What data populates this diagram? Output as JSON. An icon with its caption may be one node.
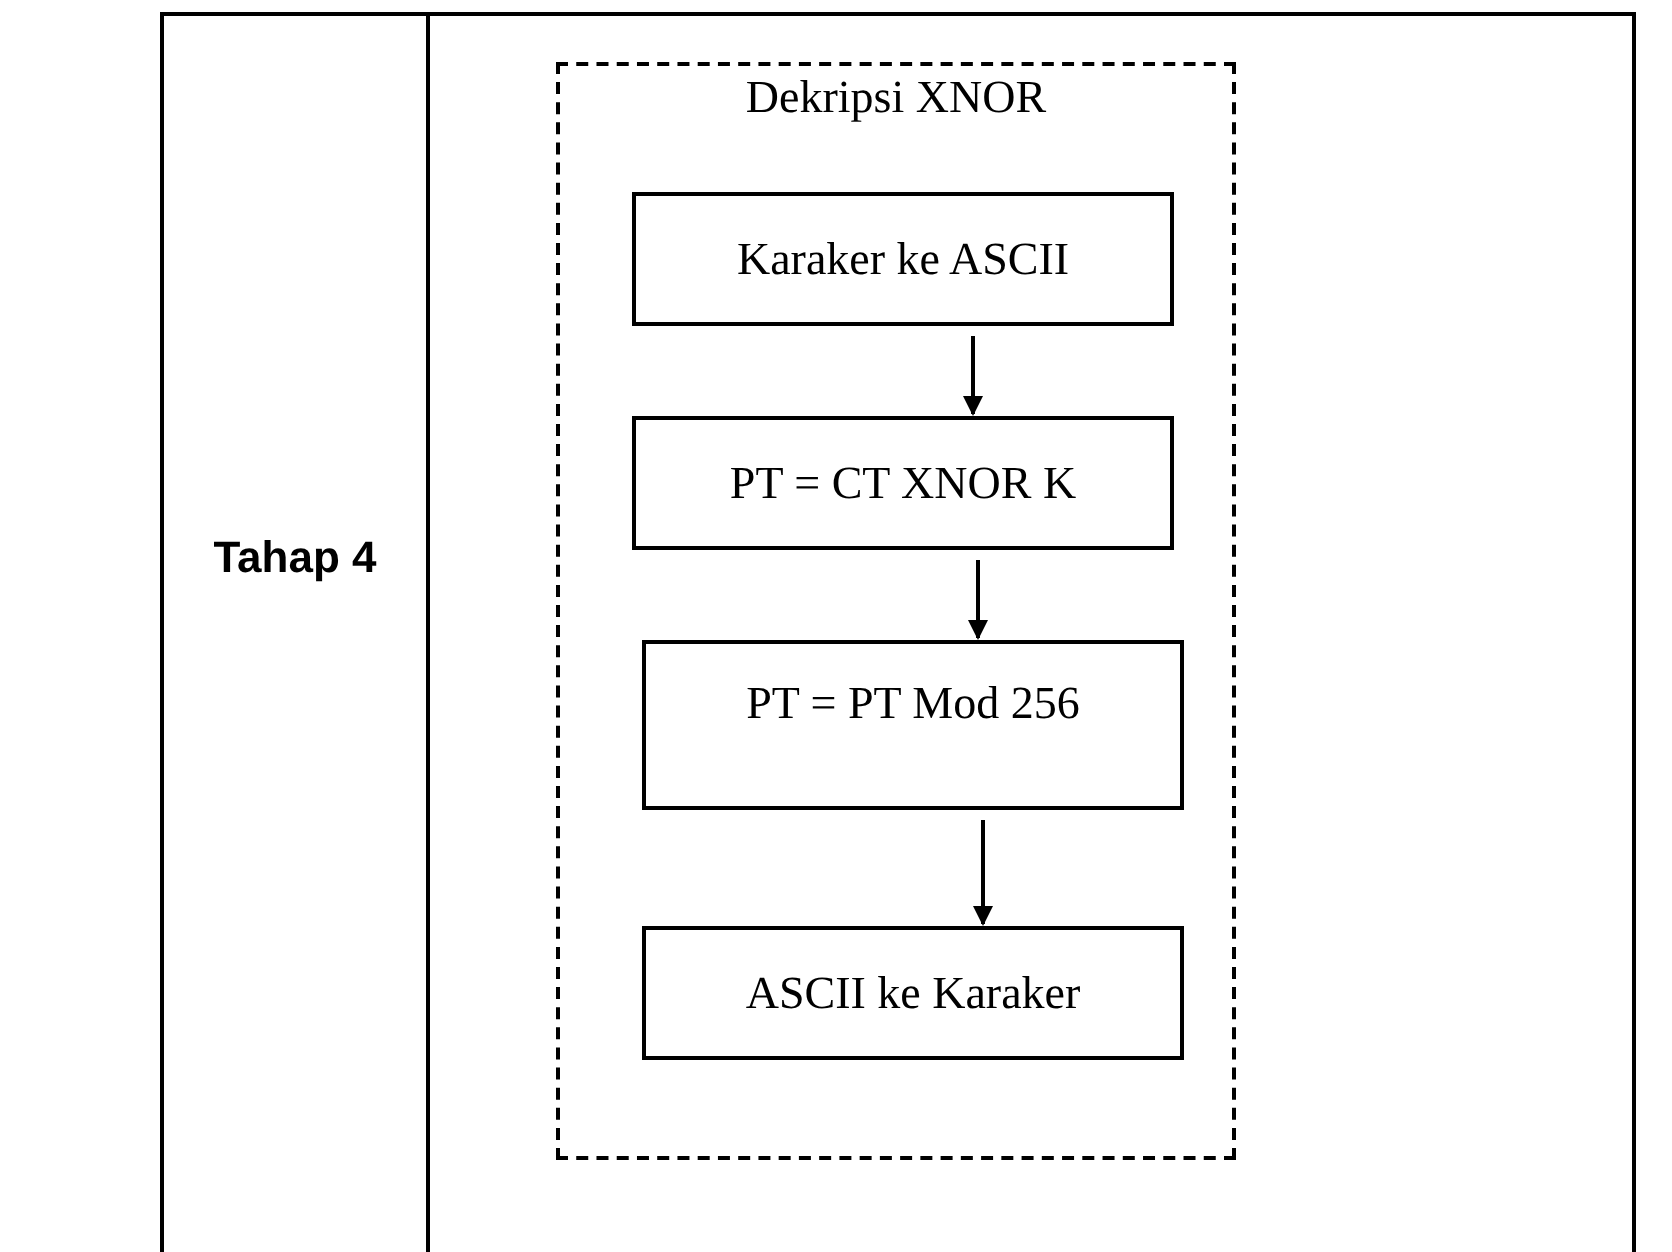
{
  "diagram": {
    "nodes": [
      {
        "text": [
          "Dekripsi XNOR"
        ]
      },
      {
        "text": [
          "Karaker ke ASCII"
        ],
        "in": 0
      },
      {
        "text": [
          "PT = CT XNOR K"
        ],
        "in": 0
      },
      {
        "text": [
          "PT = PT Mod 256"
        ],
        "in": 0
      },
      {
        "text": [
          "ASCII ke Karaker"
        ],
        "in": 0
      }
    ],
    "edges": [
      {
        "from": 1,
        "to": 2,
        "arrow": "to"
      },
      {
        "from": 2,
        "to": 3,
        "arrow": "to"
      },
      {
        "from": 3,
        "to": 4,
        "arrow": "to"
      }
    ],
    "labels": [
      "Tahap 4"
    ]
  }
}
